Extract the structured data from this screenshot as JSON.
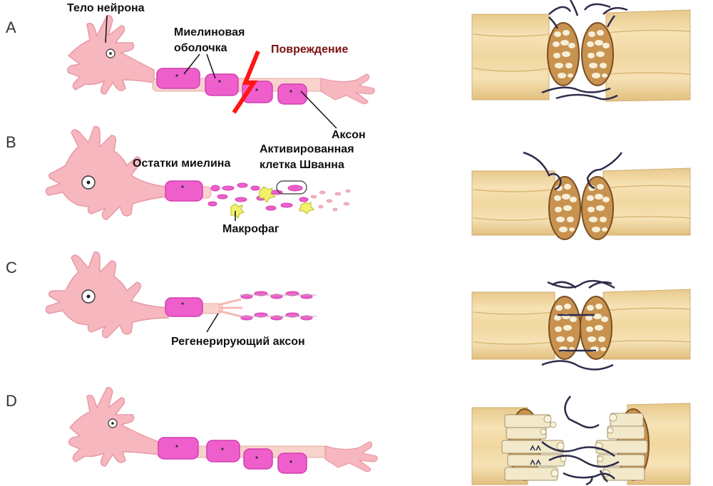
{
  "rows": [
    {
      "letter": "A"
    },
    {
      "letter": "B"
    },
    {
      "letter": "C"
    },
    {
      "letter": "D"
    }
  ],
  "labels": {
    "neuron_body": "Тело нейрона",
    "myelin_sheath_line1": "Миелиновая",
    "myelin_sheath_line2": "оболочка",
    "damage": "Повреждение",
    "axon": "Аксон",
    "myelin_debris": "Остатки миелина",
    "activated_schwann_line1": "Активированная",
    "activated_schwann_line2": "клетка Шванна",
    "macrophage": "Макрофаг",
    "regenerating_axon": "Регенерирующий аксон"
  },
  "colors": {
    "neuron": "#f7b7bf",
    "neuron_stroke": "#e89aa6",
    "myelin": "#ee5fcc",
    "myelin_stroke": "#d23fb0",
    "axon": "#f8d3cc",
    "damage_bolt": "#ff1515",
    "damage_text": "#7a1010",
    "macrophage": "#f2f26a",
    "nerve_outer": "#f3d9a4",
    "nerve_stripe": "#d9b978",
    "fascicle": "#c8924f",
    "fascicle_stroke": "#7b4e22",
    "fiber": "#f7efd8",
    "suture": "#2d2c4a"
  }
}
